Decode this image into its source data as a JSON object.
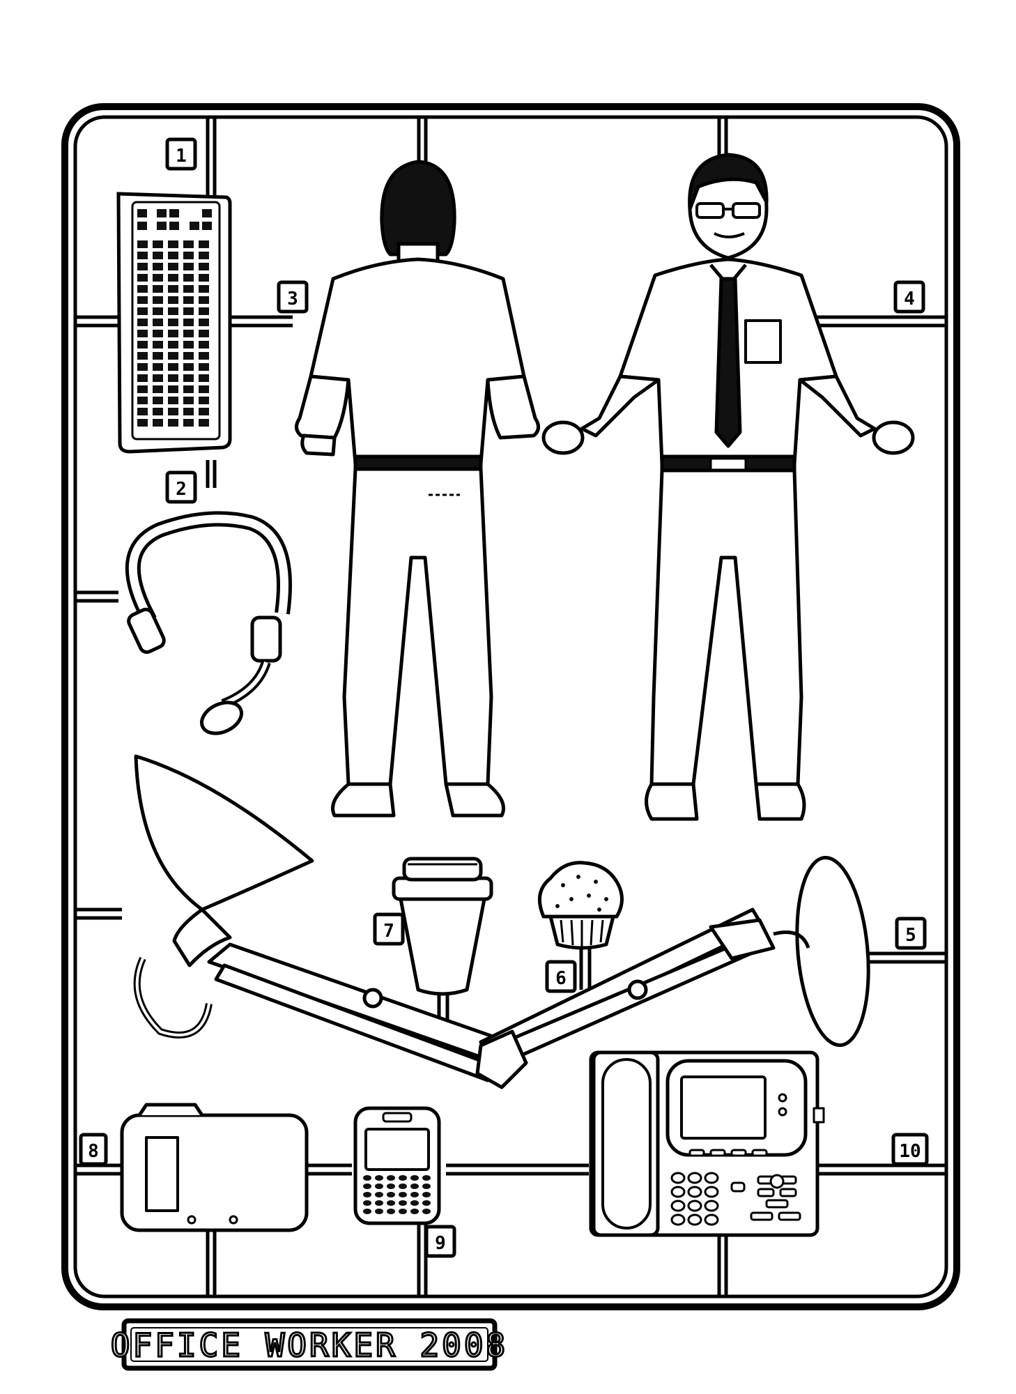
{
  "title": "OFFICE WORKER 2008",
  "part_labels": {
    "keyboard": "1",
    "headset": "2",
    "figure_back": "3",
    "figure_front": "4",
    "desk_lamp": "5",
    "muffin": "6",
    "coffee_cup": "7",
    "stapler": "8",
    "smartphone": "9",
    "desk_phone": "10"
  },
  "colors": {
    "line": "#000000",
    "fill": "#ffffff",
    "dark_fill": "#111111"
  }
}
